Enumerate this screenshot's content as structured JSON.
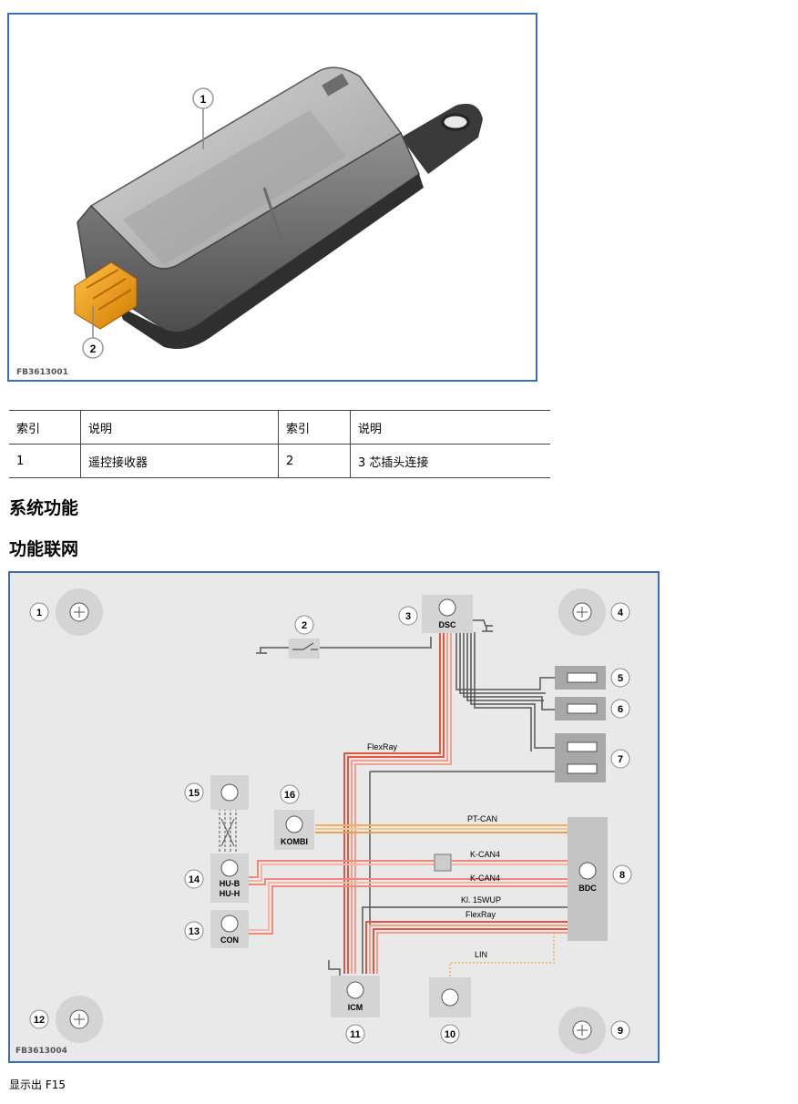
{
  "figure1": {
    "code": "FB3613001",
    "callouts": [
      "1",
      "2"
    ]
  },
  "table": {
    "headers": [
      "索引",
      "说明",
      "索引",
      "说明"
    ],
    "rows": [
      [
        "1",
        "遥控接收器",
        "2",
        "3 芯插头连接"
      ]
    ]
  },
  "headings": {
    "system_function": "系统功能",
    "networking": "功能联网"
  },
  "figure2": {
    "code": "FB3613004",
    "callouts": [
      "1",
      "2",
      "3",
      "4",
      "5",
      "6",
      "7",
      "8",
      "9",
      "10",
      "11",
      "12",
      "13",
      "14",
      "15",
      "16"
    ],
    "modules": {
      "dsc": "DSC",
      "kombi": "KOMBI",
      "hub": "HU-B",
      "huh": "HU-H",
      "con": "CON",
      "bdc": "BDC",
      "icm": "ICM"
    },
    "bus_labels": {
      "flexray_top": "FlexRay",
      "pt_can": "PT-CAN",
      "k_can4_a": "K-CAN4",
      "k_can4_b": "K-CAN4",
      "kl15wup": "Kl. 15WUP",
      "flexray_bottom": "FlexRay",
      "lin": "LIN"
    },
    "colors": {
      "flexray": "#e8553e",
      "pt_can": "#f0b060",
      "k_can": "#f08a78",
      "frame": "#3d6fb8"
    }
  },
  "caption": "显示出 F15"
}
